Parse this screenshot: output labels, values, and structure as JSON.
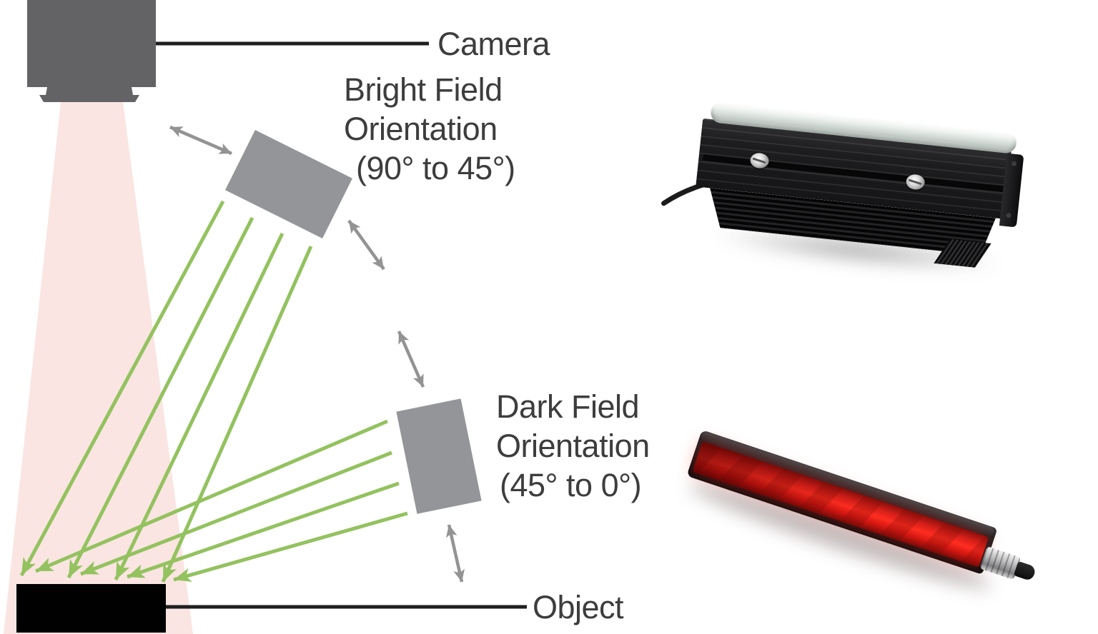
{
  "figure": {
    "camera_label": "Camera",
    "object_label": "Object",
    "bright_field": {
      "line1": "Bright Field",
      "line2": "Orientation",
      "line3": "(90° to 45°)"
    },
    "dark_field": {
      "line1": "Dark Field",
      "line2": "Orientation",
      "line3": "(45° to 0°)"
    }
  },
  "colors": {
    "camera_gray": "#636365",
    "light_panel_gray": "#949599",
    "ray_green": "#93c25f",
    "beam_pink": "#fae5e2",
    "arrow_gray": "#939393",
    "text_gray": "#3d3d3d",
    "object_black": "#010101",
    "red_light": "#ff2d20"
  },
  "products": {
    "top": {
      "name": "black-bar-light-with-diffuser-photo"
    },
    "bottom": {
      "name": "red-bar-light-photo"
    }
  }
}
